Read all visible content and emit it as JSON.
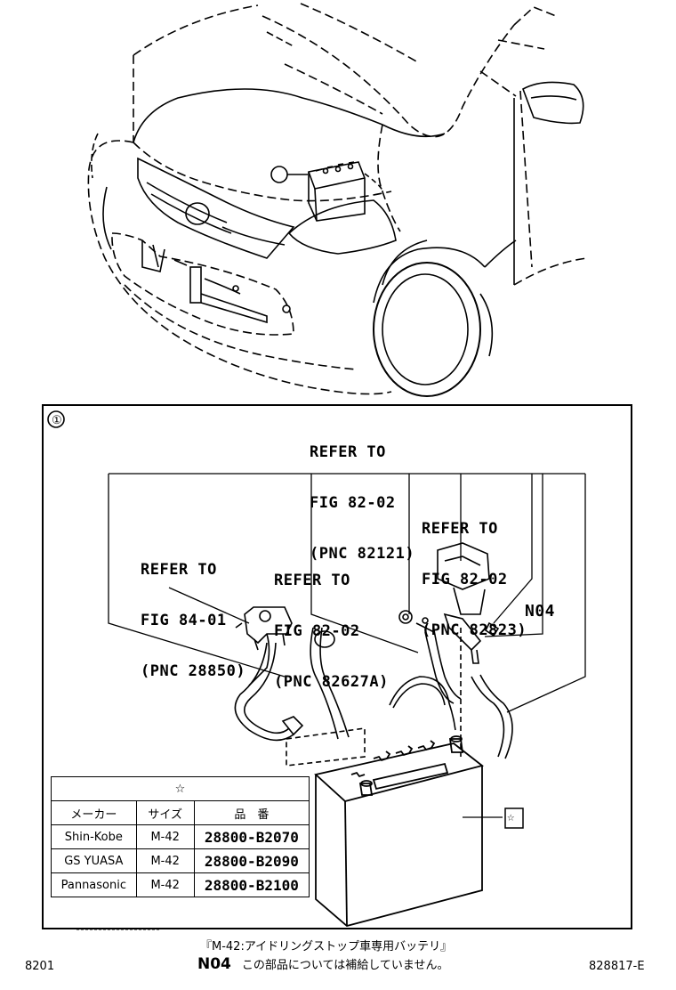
{
  "callout_number": "①",
  "references": [
    {
      "id": "ref-82121",
      "lines": [
        "REFER TO",
        "FIG 82-02",
        "(PNC 82121)"
      ]
    },
    {
      "id": "ref-82823",
      "lines": [
        "REFER TO",
        "FIG 82-02",
        "(PNC 82823)"
      ]
    },
    {
      "id": "ref-28850",
      "lines": [
        "REFER TO",
        "FIG 84-01",
        "(PNC 28850)"
      ]
    },
    {
      "id": "ref-82627a",
      "lines": [
        "REFER TO",
        "FIG 82-02",
        "(PNC 82627A)"
      ]
    }
  ],
  "code_n04": "N04",
  "star_mark": "☆",
  "table": {
    "star": "☆",
    "headers": [
      "メーカー",
      "サイズ",
      "品　番"
    ],
    "rows": [
      [
        "Shin-Kobe",
        "M-42",
        "28800-B2070"
      ],
      [
        "GS YUASA",
        "M-42",
        "28800-B2090"
      ],
      [
        "Pannasonic",
        "M-42",
        "28800-B2100"
      ]
    ]
  },
  "footer": {
    "note": "『M-42:アイドリングストップ車専用バッテリ』",
    "n04_code": "N04",
    "n04_text": "この部品については補給していません。",
    "page_left": "8201",
    "page_right": "828817-E"
  }
}
